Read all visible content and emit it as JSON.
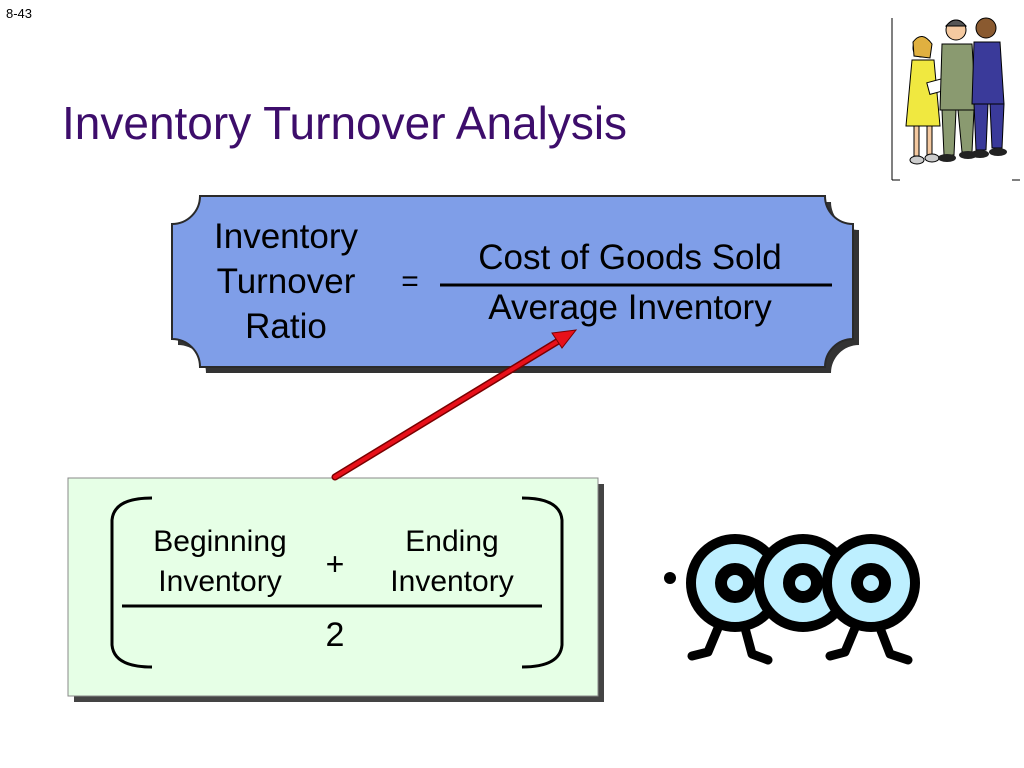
{
  "slide": {
    "number": "8-43",
    "title": "Inventory Turnover Analysis"
  },
  "formula": {
    "ratio_label": [
      "Inventory",
      "Turnover",
      "Ratio"
    ],
    "equals": "=",
    "numerator": "Cost of Goods Sold",
    "denominator": "Average Inventory"
  },
  "average_formula": {
    "beginning_label": [
      "Beginning",
      "Inventory"
    ],
    "plus": "+",
    "ending_label": [
      "Ending",
      "Inventory"
    ],
    "divisor": "2"
  },
  "icons": {
    "people": "business-people-clipart-icon",
    "rings": "walking-rings-clipart-icon",
    "arrow": "red-arrow-icon"
  },
  "colors": {
    "title": "#3d0d6b",
    "formula_box": "#7f9ee8",
    "average_box": "#e6ffe6",
    "arrow": "#e8101a",
    "rings": "#bdefff"
  }
}
